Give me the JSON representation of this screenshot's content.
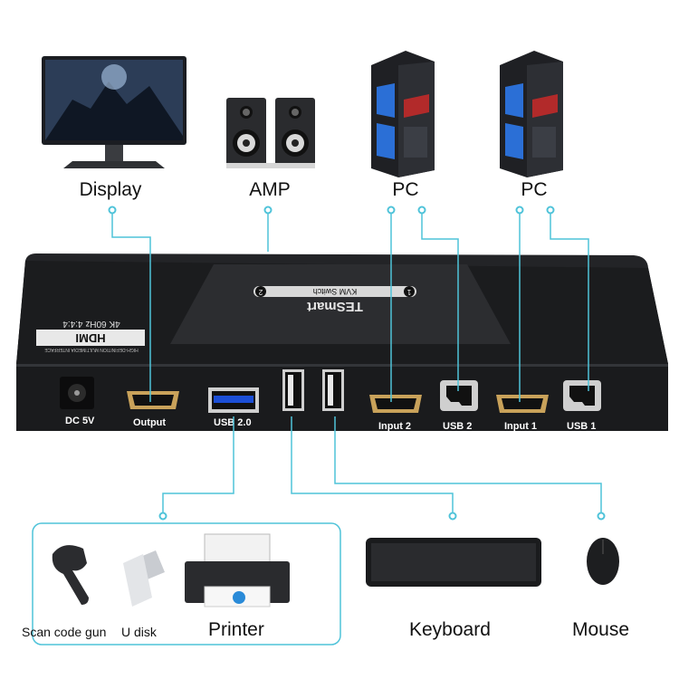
{
  "top_devices": {
    "display": "Display",
    "amp": "AMP",
    "pc1": "PC",
    "pc2": "PC"
  },
  "kvm": {
    "brand": "TESmart",
    "model": "KVM Switch",
    "port_badge_left": "2",
    "port_badge_right": "1",
    "hdmi_logo": "HDMI",
    "hdmi_tagline": "HIGH-DEFINITION MULTIMEDIA INTERFACE",
    "spec": "4K 60Hz 4:4:4",
    "ports": {
      "dc": "DC 5V",
      "output": "Output",
      "usb20": "USB 2.0",
      "input2": "Input 2",
      "usb2": "USB 2",
      "input1": "Input 1",
      "usb1": "USB 1"
    }
  },
  "bottom_devices": {
    "scan_gun": "Scan code gun",
    "udisk": "U disk",
    "printer": "Printer",
    "keyboard": "Keyboard",
    "mouse": "Mouse"
  },
  "colors": {
    "wire": "#4fc3d9",
    "box": "#1e1f21",
    "box_top": "#2a2b2d",
    "port_gold": "#c9a25a"
  }
}
